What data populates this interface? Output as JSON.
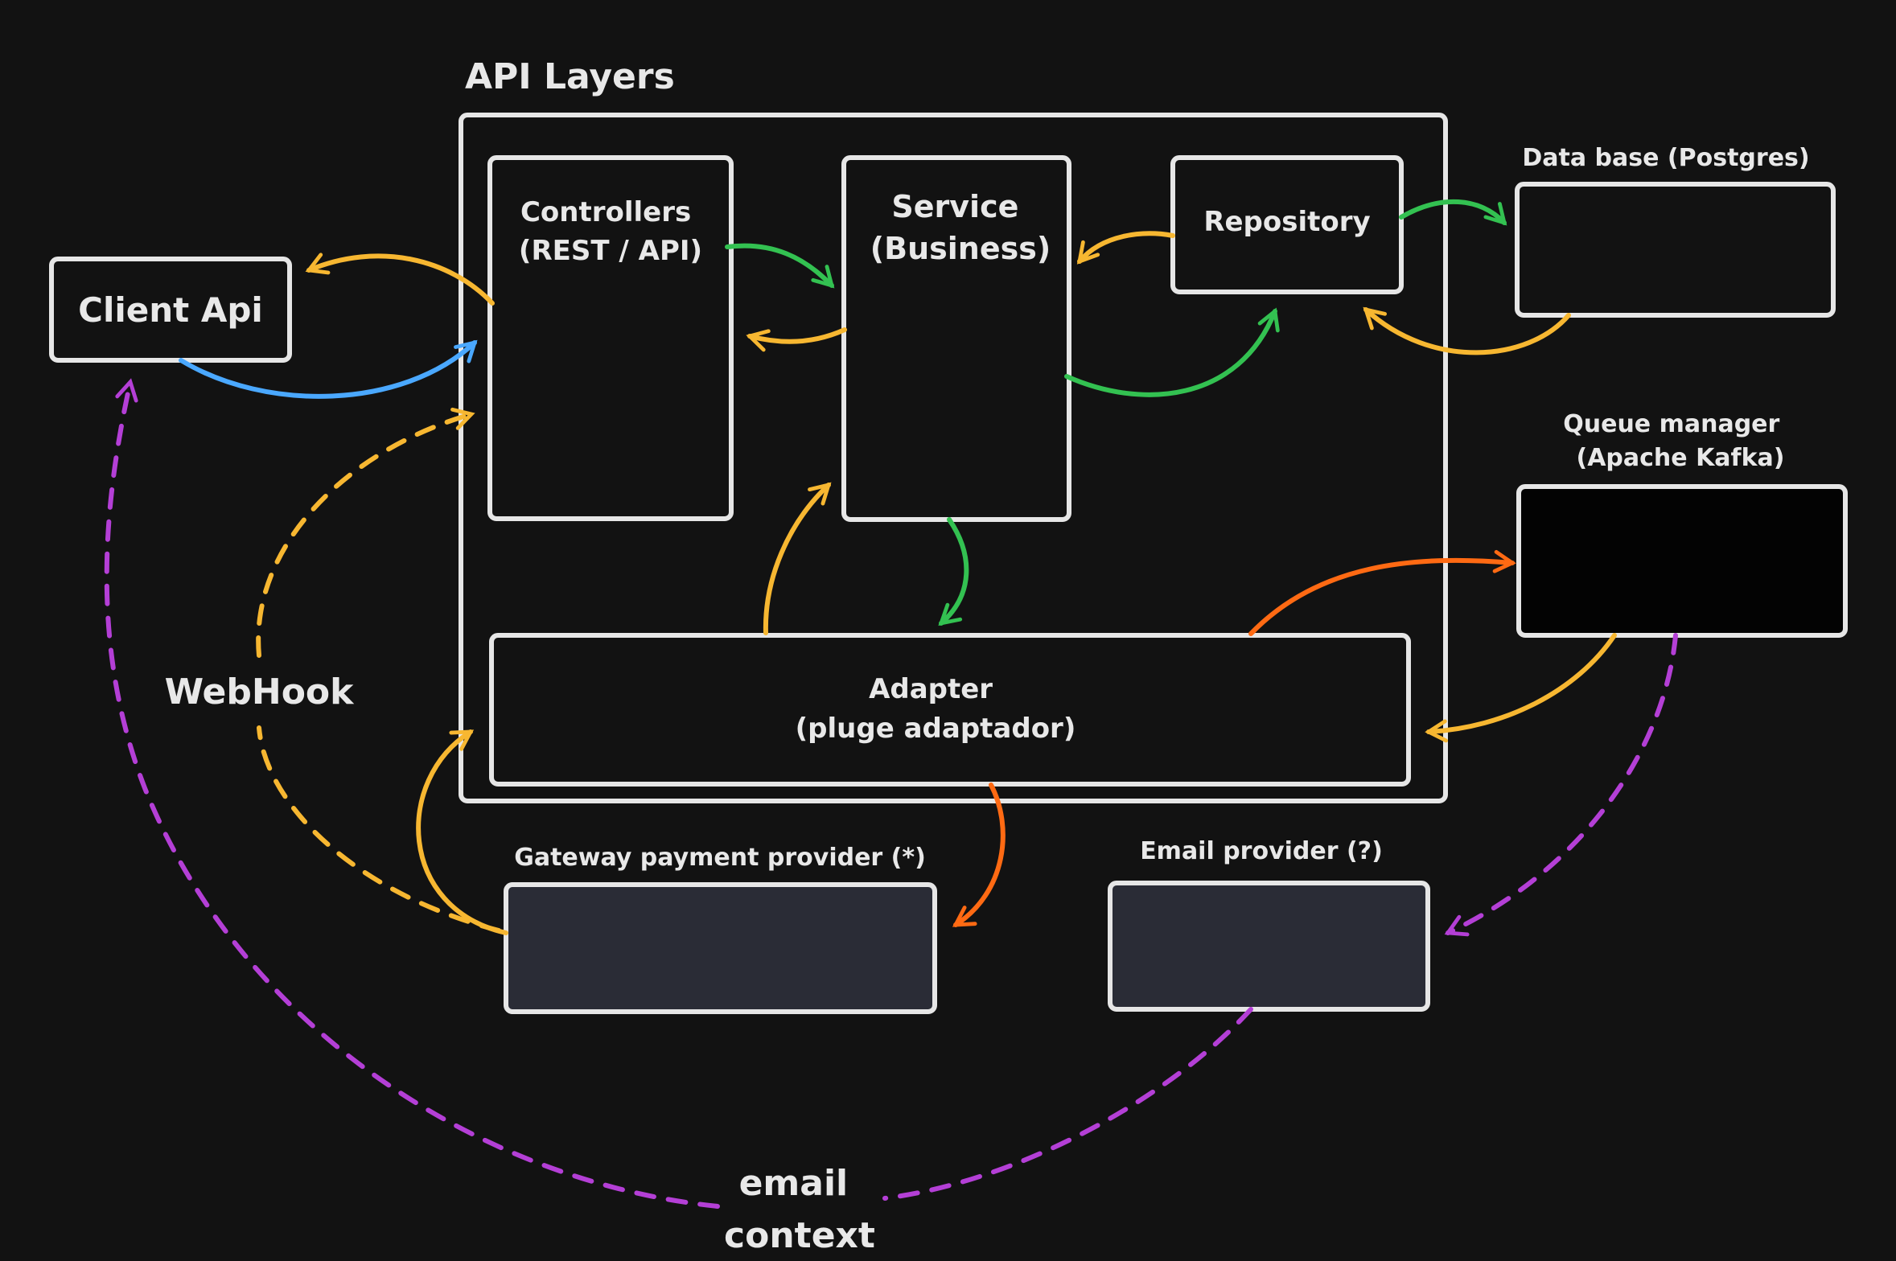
{
  "diagram": {
    "group_title": "API Layers",
    "nodes": {
      "client": "Client Api",
      "controllers": [
        "Controllers",
        "(REST / API)"
      ],
      "service": [
        "Service",
        "(Business)"
      ],
      "repository": "Repository",
      "adapter": [
        "Adapter",
        "(pluge adaptador)"
      ],
      "database_label": "Data base (Postgres)",
      "queue_label": [
        "Queue manager",
        "(Apache Kafka)"
      ],
      "gateway_label": "Gateway payment provider (*)",
      "email_label": "Email provider (?)"
    },
    "edge_labels": {
      "webhook": "WebHook",
      "email_context": [
        "email",
        "context"
      ]
    },
    "colors": {
      "background": "#121212",
      "box_stroke": "#e6e6e6",
      "yellow": "#f7b731",
      "green": "#33c151",
      "blue": "#4aa8ff",
      "orange": "#ff6a13",
      "purple": "#b43fd6",
      "provider_fill": "#2a2c36",
      "queue_fill": "#030303"
    }
  }
}
